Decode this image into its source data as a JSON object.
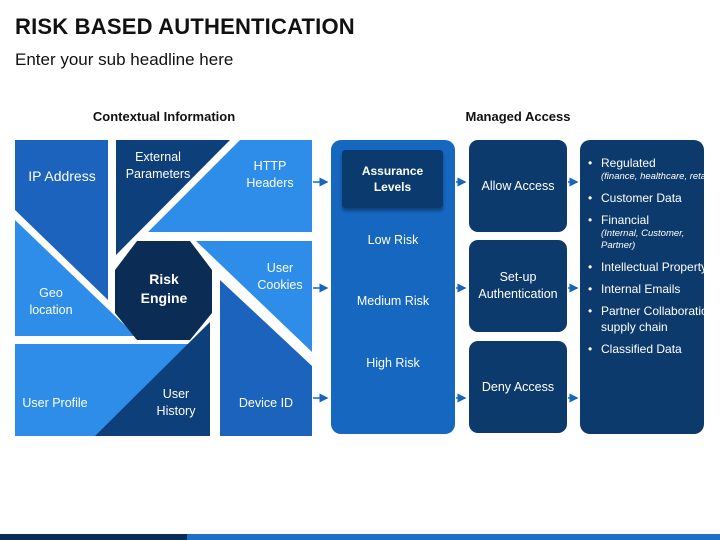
{
  "title": "RISK BASED AUTHENTICATION",
  "subtitle": "Enter your sub headline here",
  "sections": {
    "contextual": "Contextual Information",
    "managed": "Managed Access"
  },
  "context_pieces": {
    "ip_address": "IP Address",
    "external_parameters": "External Parameters",
    "http_headers": "HTTP Headers",
    "geo_location": "Geo location",
    "risk_engine": "Risk Engine",
    "user_cookies": "User Cookies",
    "user_profile": "User Profile",
    "user_history": "User History",
    "device_id": "Device ID"
  },
  "assurance": {
    "header": "Assurance Levels",
    "levels": [
      "Low Risk",
      "Medium Risk",
      "High Risk"
    ]
  },
  "access": [
    "Allow Access",
    "Set-up Authentication",
    "Deny Access"
  ],
  "assets": [
    {
      "label": "Regulated",
      "note": "(finance, healthcare, retail)"
    },
    {
      "label": "Customer Data",
      "note": ""
    },
    {
      "label": "Financial",
      "note": "(Internal, Customer, Partner)"
    },
    {
      "label": "Intellectual Property",
      "note": ""
    },
    {
      "label": "Internal Emails",
      "note": ""
    },
    {
      "label": "Partner Collaboration, supply chain",
      "note": ""
    },
    {
      "label": "Classified Data",
      "note": ""
    }
  ],
  "colors": {
    "light_blue": "#2d8de8",
    "mid_blue": "#1c63bd",
    "dark_blue": "#0d3f7a",
    "navy": "#0b2c55",
    "panel_blue": "#1567c0",
    "panel_dark": "#0d3a6c",
    "arrow": "#1565c0"
  }
}
